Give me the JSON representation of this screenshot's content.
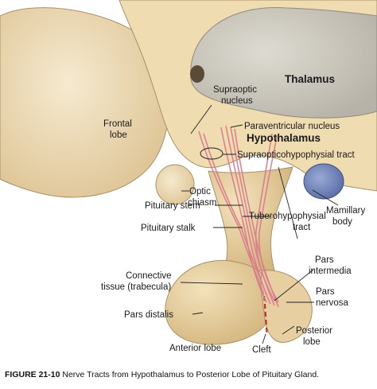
{
  "labels": {
    "thalamus": "Thalamus",
    "supraoptic_1": "Supraoptic",
    "supraoptic_2": "nucleus",
    "frontal_1": "Frontal",
    "frontal_2": "lobe",
    "paraventricular": "Paraventricular nucleus",
    "hypothalamus": "Hypothalamus",
    "supraopticohypophysial": "Supraopticohypophysial tract",
    "optic_1": "Optic",
    "optic_2": "chiasm",
    "mamillary_1": "Mamillary",
    "mamillary_2": "body",
    "pituitary_stem": "Pituitary stem",
    "tubero_1": "Tuberohypophysial",
    "tubero_2": "tract",
    "pituitary_stalk": "Pituitary stalk",
    "pars_intermedia_1": "Pars",
    "pars_intermedia_2": "intermedia",
    "connective_1": "Connective",
    "connective_2": "tissue (trabecula)",
    "pars_nervosa_1": "Pars",
    "pars_nervosa_2": "nervosa",
    "pars_distalis": "Pars distalis",
    "posterior_1": "Posterior",
    "posterior_2": "lobe",
    "anterior_lobe": "Anterior lobe",
    "cleft": "Cleft"
  },
  "caption": {
    "figure_number": "FIGURE 21-10",
    "text": "Nerve Tracts from Hypothalamus to Posterior Lobe of Pituitary Gland."
  },
  "colors": {
    "tissue": "#f0dfb6",
    "tissue_dark": "#d9c08a",
    "thalamus": "#c9c6bd",
    "nerve": "#d9788c",
    "mamillary": "#6f82b8",
    "cleft": "#b8322e"
  }
}
